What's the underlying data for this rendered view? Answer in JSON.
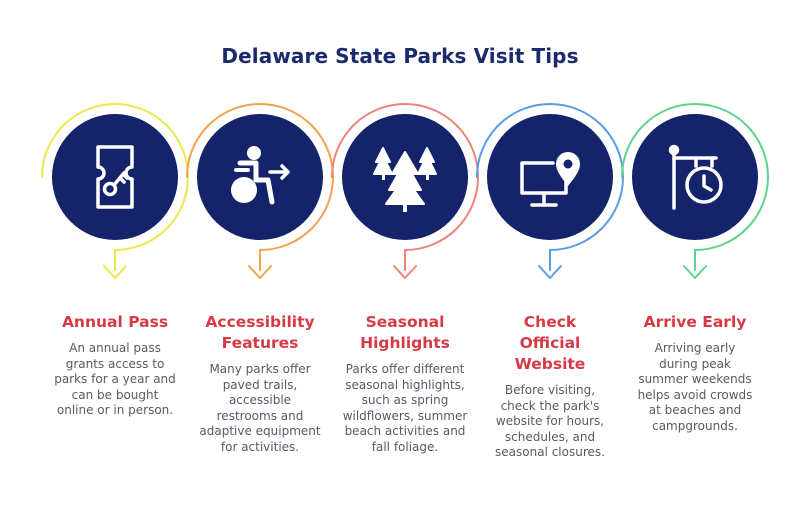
{
  "header": {
    "title": "Delaware State Parks Visit Tips"
  },
  "steps": [
    {
      "title": "Annual Pass",
      "desc": "An annual pass grants access to parks for a year and can be bought online or in person.",
      "icon": "ticket-key-icon",
      "ring_color": "#ede84a"
    },
    {
      "title": "Accessibility Features",
      "desc": "Many parks offer paved trails, accessible restrooms and adaptive equipment for activities.",
      "icon": "accessibility-icon",
      "ring_color": "#f2a24c"
    },
    {
      "title": "Seasonal Highlights",
      "desc": "Parks offer different seasonal highlights, such as spring wildflowers, summer beach activities and fall foliage.",
      "icon": "pine-trees-icon",
      "ring_color": "#ef8378"
    },
    {
      "title": "Check Official Website",
      "desc": "Before visiting, check the park's website for hours, schedules, and seasonal closures.",
      "icon": "computer-location-icon",
      "ring_color": "#5b9be6"
    },
    {
      "title": "Arrive Early",
      "desc": "Arriving early during peak summer weekends helps avoid crowds at beaches and campgrounds.",
      "icon": "hanging-clock-sign-icon",
      "ring_color": "#5fd38a"
    }
  ],
  "colors": {
    "circle_fill": "#14236a",
    "title_text": "#1b2a6b",
    "step_title": "#d63a44",
    "body_text": "#555b66"
  }
}
